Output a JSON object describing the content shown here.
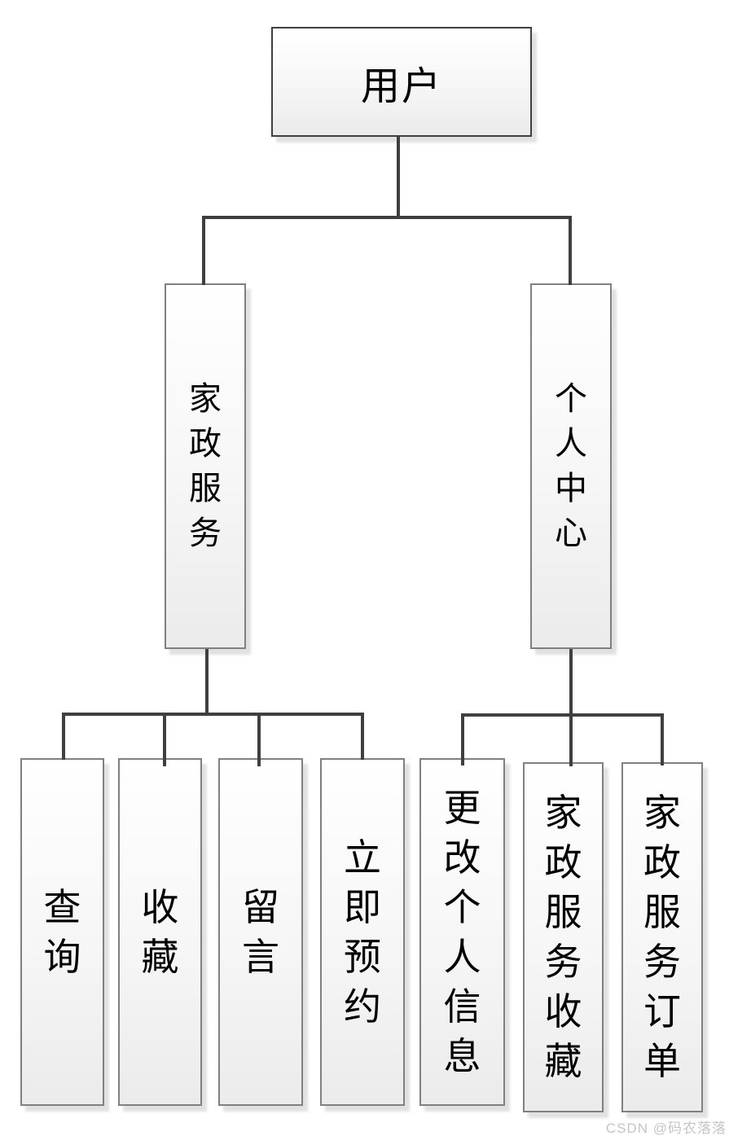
{
  "tree": {
    "root": {
      "label": "用户"
    },
    "branches": [
      {
        "label": "家政服务",
        "children": [
          {
            "label": "查询"
          },
          {
            "label": "收藏"
          },
          {
            "label": "留言"
          },
          {
            "label": "立即预约"
          }
        ]
      },
      {
        "label": "个人中心",
        "children": [
          {
            "label": "更改个人信息"
          },
          {
            "label": "家政服务收藏"
          },
          {
            "label": "家政服务订单"
          }
        ]
      }
    ]
  },
  "watermark": {
    "text": "CSDN @码农落落"
  },
  "colors": {
    "background": "#ffffff",
    "connector": "#3f3f3f",
    "box_border": "#808080",
    "root_border": "#3f3f3f",
    "box_fill_top": "#ffffff",
    "box_fill_mid": "#f6f6f6",
    "box_fill_bottom": "#ebebeb",
    "text": "#000000",
    "watermark": "#c5c5c5"
  }
}
